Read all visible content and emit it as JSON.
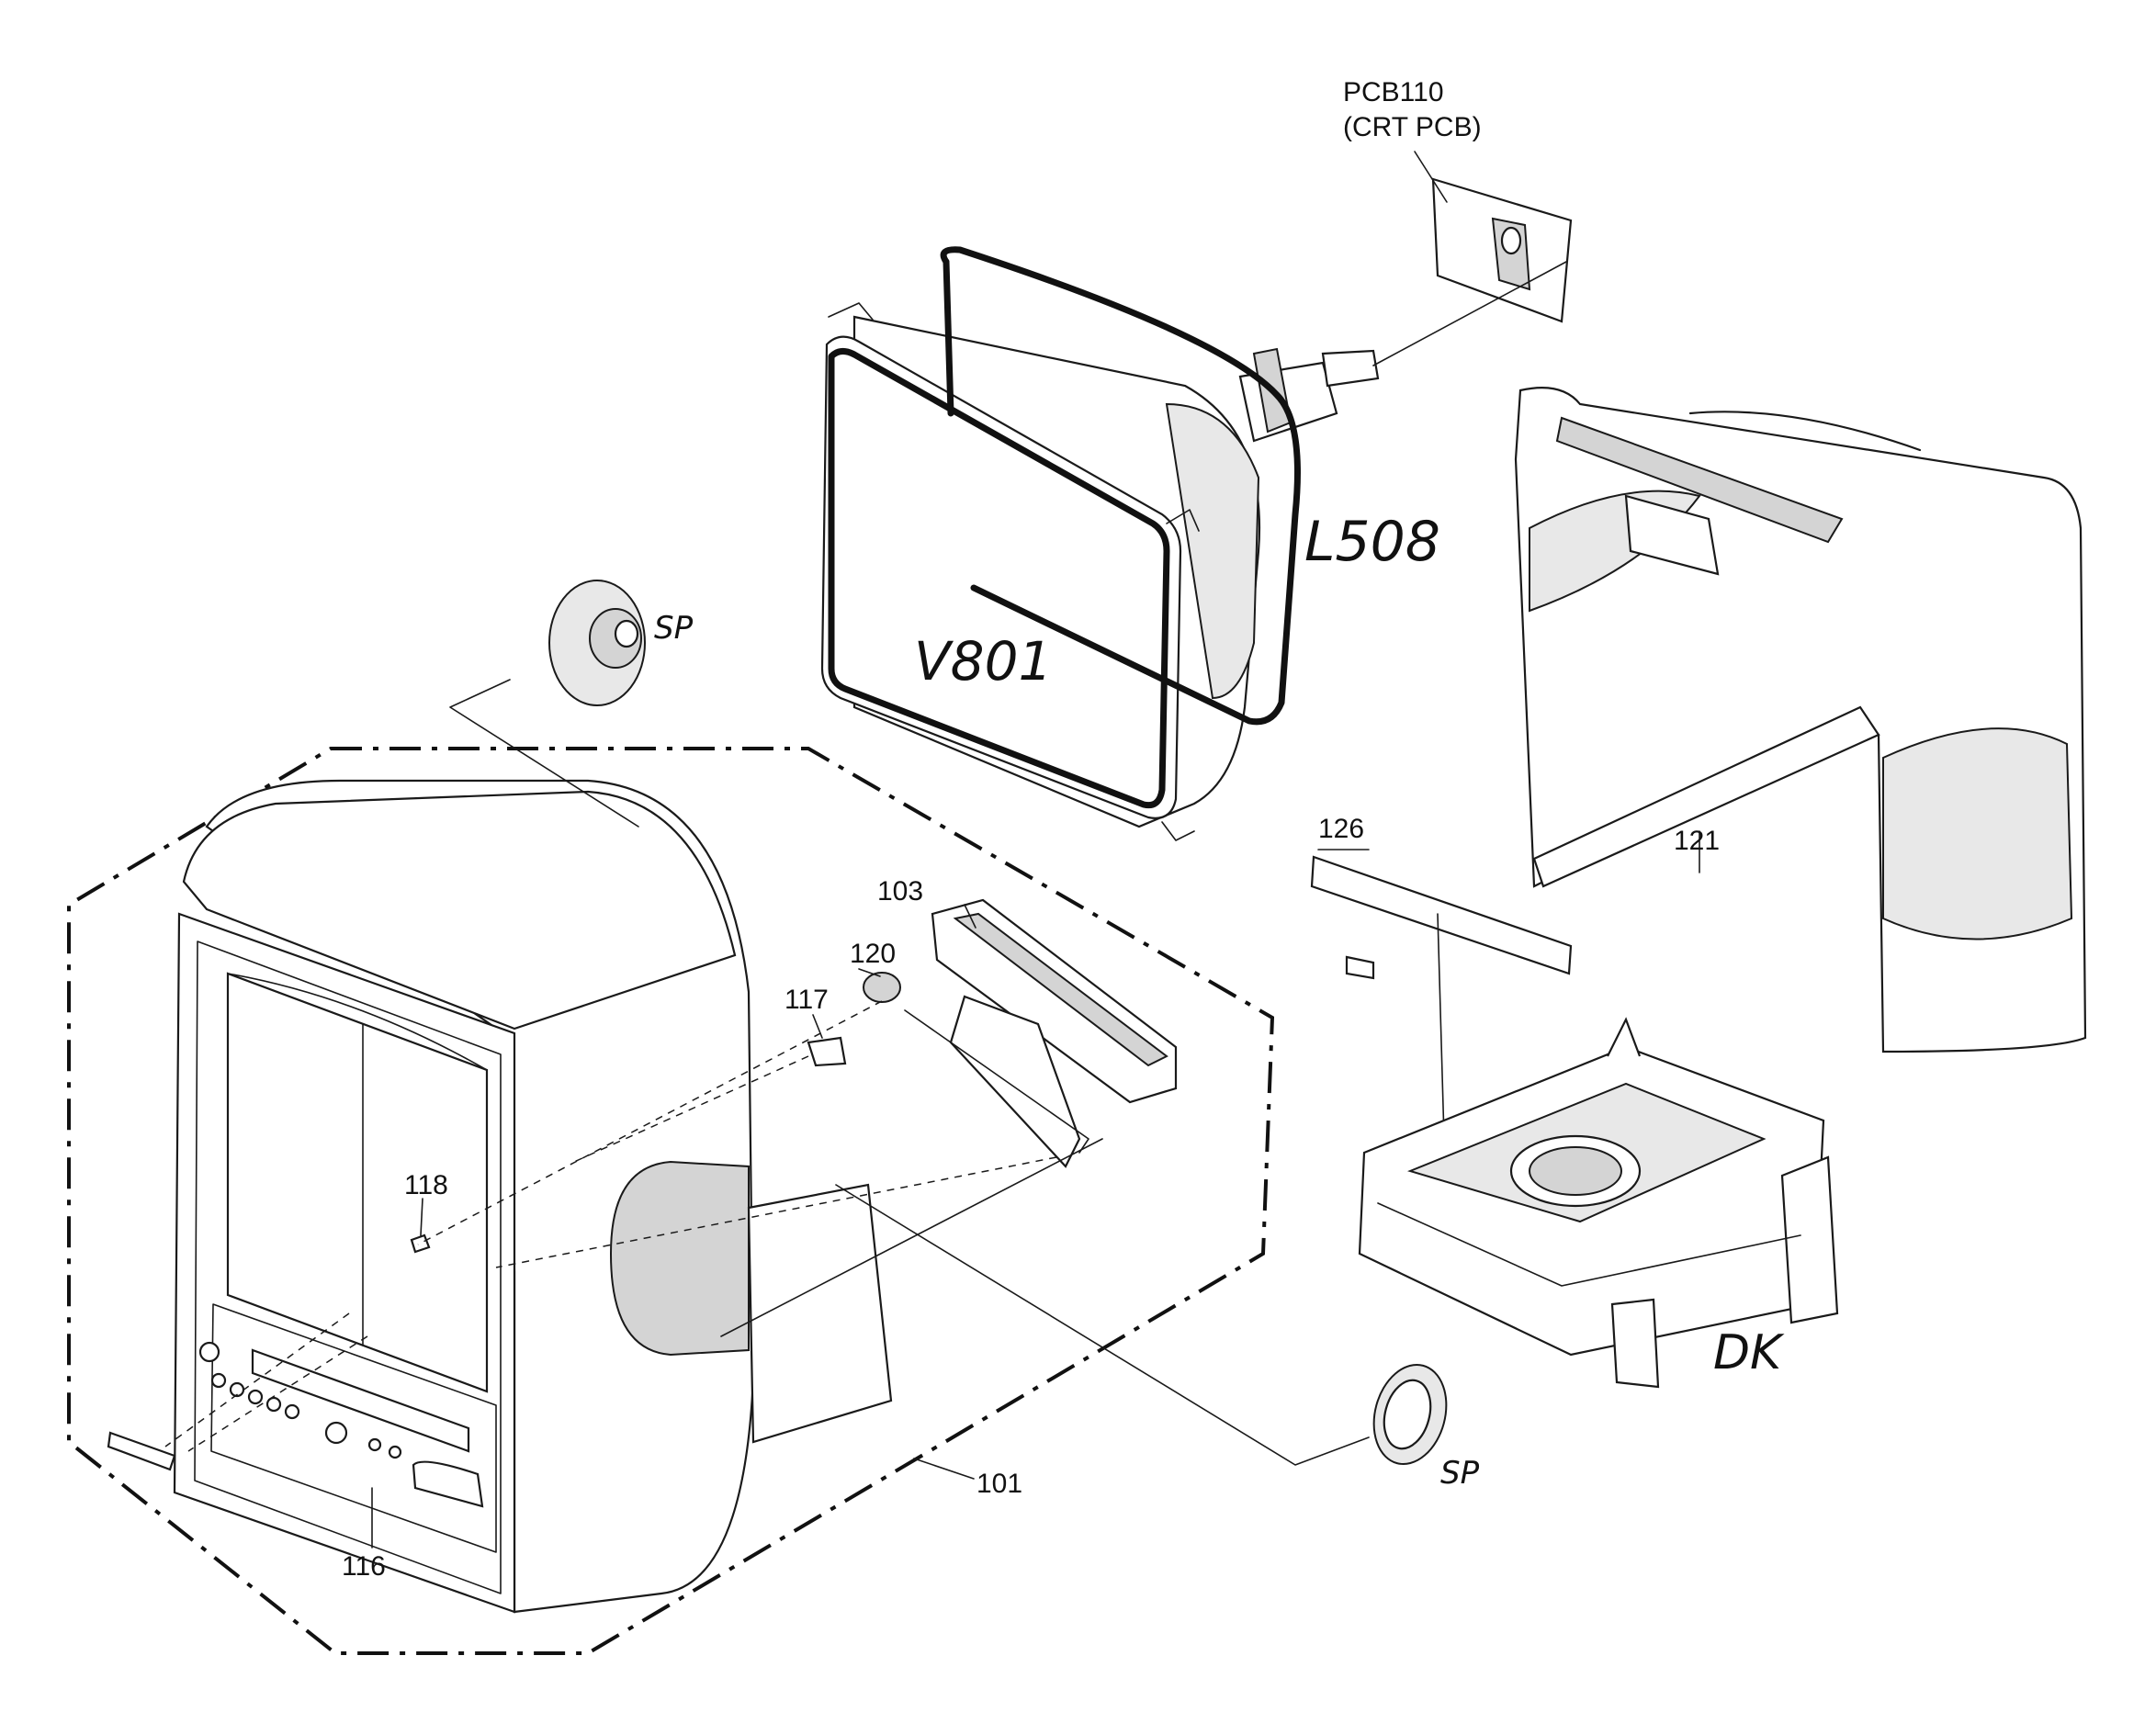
{
  "labels": {
    "pcb110": "PCB110",
    "crt_pcb": "(CRT PCB)",
    "l508": "L508",
    "v801": "V801",
    "sp_top": "SP",
    "sp_bottom": "SP",
    "dk": "DK",
    "p101": "101",
    "p103": "103",
    "p116": "116",
    "p117": "117",
    "p118": "118",
    "p120": "120",
    "p121": "121",
    "p126": "126"
  }
}
